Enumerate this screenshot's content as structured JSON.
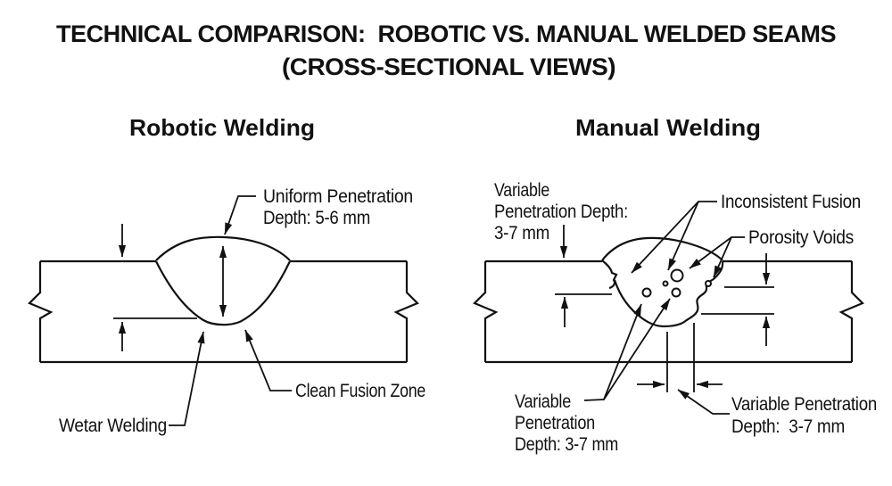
{
  "colors": {
    "ink": "#111111",
    "background": "#ffffff"
  },
  "title": {
    "line1": "TECHNICAL COMPARISON:  ROBOTIC VS. MANUAL WELDED SEAMS",
    "line2": "(CROSS-SECTIONAL VIEWS)"
  },
  "robotic": {
    "heading": "Robotic Welding",
    "penetration_label": {
      "line1": "Uniform Penetration",
      "line2": "Depth: 5-6 mm"
    },
    "fusion_label": "Clean Fusion Zone",
    "weld_label": "Wetar Welding"
  },
  "manual": {
    "heading": "Manual Welding",
    "penetration_top_label": {
      "line1": "Variable",
      "line2": "Penetration Depth:",
      "line3": "3-7 mm"
    },
    "inconsistent_fusion_label": "Inconsistent Fusion",
    "porosity_label": "Porosity Voids",
    "penetration_bottom_left_label": {
      "line1": "Variable",
      "line2": "Penetration",
      "line3": "Depth: 3-7 mm"
    },
    "penetration_bottom_right_label": {
      "line1": "Variable Penetration",
      "line2": "Depth:  3-7 mm"
    }
  }
}
